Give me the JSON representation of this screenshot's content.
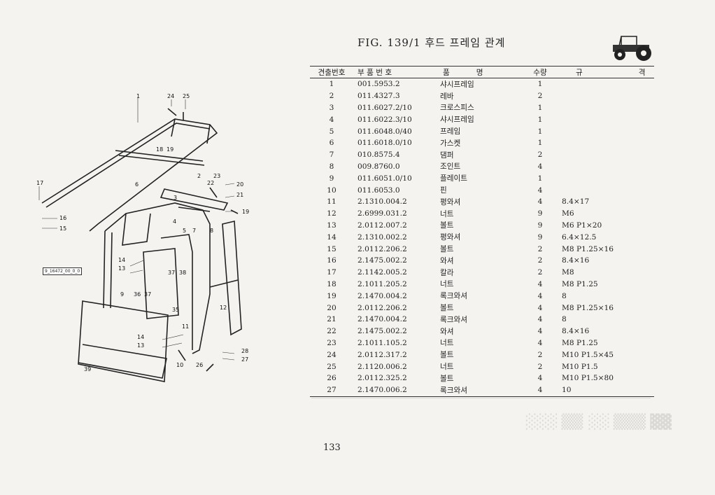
{
  "figure": {
    "title": "FIG. 139/1 후드 프레임 관계",
    "reference_label": "9_16472_00_0_0",
    "callouts": [
      "1",
      "24",
      "25",
      "18",
      "19",
      "2",
      "23",
      "22",
      "20",
      "21",
      "17",
      "6",
      "3",
      "4",
      "5",
      "7",
      "8",
      "16",
      "15",
      "19",
      "14",
      "13",
      "37",
      "38",
      "9",
      "36",
      "37",
      "35",
      "12",
      "11",
      "14",
      "13",
      "39",
      "10",
      "26",
      "28",
      "27"
    ]
  },
  "table": {
    "headers": {
      "no": "견출번호",
      "part_no": "부 품 번 호",
      "name_a": "품",
      "name_b": "명",
      "qty": "수량",
      "spec_a": "규",
      "spec_b": "격"
    },
    "rows": [
      {
        "no": "1",
        "part_no": "001.5953.2",
        "name": "샤시프레임",
        "qty": "1",
        "spec": ""
      },
      {
        "no": "2",
        "part_no": "011.4327.3",
        "name": "레바",
        "qty": "2",
        "spec": ""
      },
      {
        "no": "3",
        "part_no": "011.6027.2/10",
        "name": "크로스피스",
        "qty": "1",
        "spec": ""
      },
      {
        "no": "4",
        "part_no": "011.6022.3/10",
        "name": "샤시프레임",
        "qty": "1",
        "spec": ""
      },
      {
        "no": "5",
        "part_no": "011.6048.0/40",
        "name": "프레임",
        "qty": "1",
        "spec": ""
      },
      {
        "no": "6",
        "part_no": "011.6018.0/10",
        "name": "가스켓",
        "qty": "1",
        "spec": ""
      },
      {
        "no": "7",
        "part_no": "010.8575.4",
        "name": "댐퍼",
        "qty": "2",
        "spec": ""
      },
      {
        "no": "8",
        "part_no": "009.8760.0",
        "name": "조인트",
        "qty": "4",
        "spec": ""
      },
      {
        "no": "9",
        "part_no": "011.6051.0/10",
        "name": "플레이트",
        "qty": "1",
        "spec": ""
      },
      {
        "no": "10",
        "part_no": "011.6053.0",
        "name": "핀",
        "qty": "4",
        "spec": ""
      },
      {
        "no": "11",
        "part_no": "2.1310.004.2",
        "name": "평와셔",
        "qty": "4",
        "spec": "8.4×17"
      },
      {
        "no": "12",
        "part_no": "2.6999.031.2",
        "name": "너트",
        "qty": "9",
        "spec": "M6"
      },
      {
        "no": "13",
        "part_no": "2.0112.007.2",
        "name": "볼트",
        "qty": "9",
        "spec": "M6 P1×20"
      },
      {
        "no": "14",
        "part_no": "2.1310.002.2",
        "name": "평와셔",
        "qty": "9",
        "spec": "6.4×12.5"
      },
      {
        "no": "15",
        "part_no": "2.0112.206.2",
        "name": "볼트",
        "qty": "2",
        "spec": "M8 P1.25×16"
      },
      {
        "no": "16",
        "part_no": "2.1475.002.2",
        "name": "와셔",
        "qty": "2",
        "spec": "8.4×16"
      },
      {
        "no": "17",
        "part_no": "2.1142.005.2",
        "name": "칼라",
        "qty": "2",
        "spec": "M8"
      },
      {
        "no": "18",
        "part_no": "2.1011.205.2",
        "name": "너트",
        "qty": "4",
        "spec": "M8 P1.25"
      },
      {
        "no": "19",
        "part_no": "2.1470.004.2",
        "name": "록크와셔",
        "qty": "4",
        "spec": "8"
      },
      {
        "no": "20",
        "part_no": "2.0112.206.2",
        "name": "볼트",
        "qty": "4",
        "spec": "M8 P1.25×16"
      },
      {
        "no": "21",
        "part_no": "2.1470.004.2",
        "name": "록크와셔",
        "qty": "4",
        "spec": "8"
      },
      {
        "no": "22",
        "part_no": "2.1475.002.2",
        "name": "와셔",
        "qty": "4",
        "spec": "8.4×16"
      },
      {
        "no": "23",
        "part_no": "2.1011.105.2",
        "name": "너트",
        "qty": "4",
        "spec": "M8 P1.25"
      },
      {
        "no": "24",
        "part_no": "2.0112.317.2",
        "name": "볼트",
        "qty": "2",
        "spec": "M10 P1.5×45"
      },
      {
        "no": "25",
        "part_no": "2.1120.006.2",
        "name": "너트",
        "qty": "2",
        "spec": "M10 P1.5"
      },
      {
        "no": "26",
        "part_no": "2.0112.325.2",
        "name": "볼트",
        "qty": "4",
        "spec": "M10 P1.5×80"
      },
      {
        "no": "27",
        "part_no": "2.1470.006.2",
        "name": "록크와셔",
        "qty": "4",
        "spec": "10"
      }
    ]
  },
  "page_number": "133"
}
